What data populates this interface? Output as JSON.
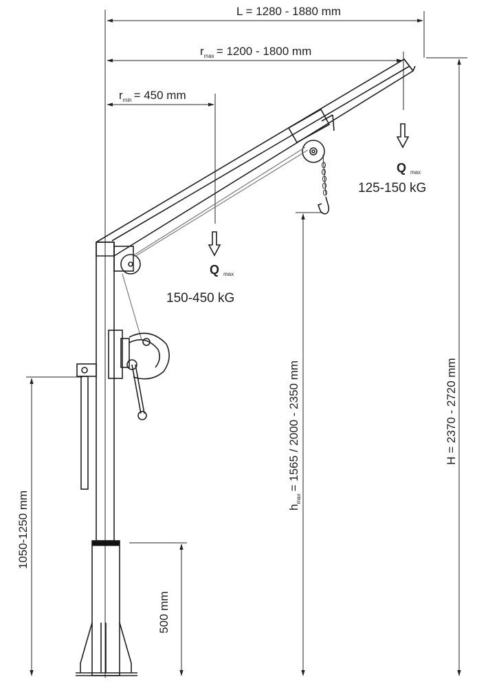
{
  "dimensions": {
    "L": {
      "text": "L = 1280 - 1880 mm"
    },
    "r_max": {
      "symbol": "r",
      "subscript": "max",
      "value": "= 1200 - 1800 mm"
    },
    "r_min": {
      "symbol": "r",
      "subscript": "min",
      "value": "= 450 mm"
    },
    "h_max": {
      "symbol": "h",
      "subscript": "max",
      "value": "= 1565 / 2000 - 2350 mm"
    },
    "H": {
      "text": "H = 2370 - 2720 mm"
    },
    "support_height": {
      "text": "1050-1250 mm"
    },
    "base_height": {
      "text": "500 mm"
    }
  },
  "loads": {
    "outer": {
      "symbol": "Q",
      "subscript": "max",
      "value": "125-150 kG"
    },
    "inner": {
      "symbol": "Q",
      "subscript": "max",
      "value": "150-450 kG"
    }
  }
}
